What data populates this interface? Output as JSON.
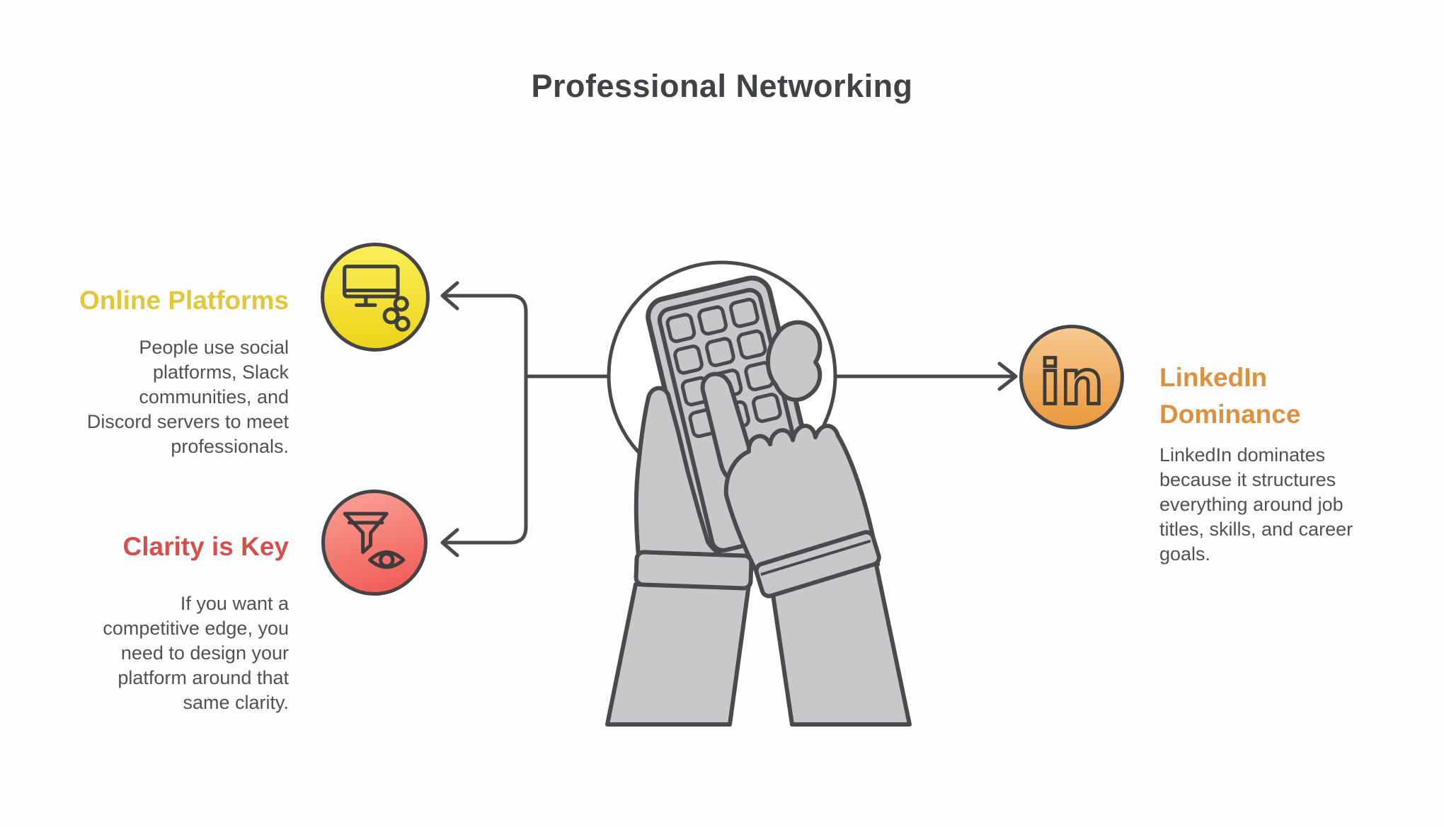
{
  "title": "Professional Networking",
  "colors": {
    "title_text": "#3f4347",
    "body_text": "#4e5256",
    "outline": "#4a4a4e",
    "illustration_gray": "#c8c8ca",
    "online_accent": "#e2c73c",
    "clarity_accent": "#d5504c",
    "linkedin_accent": "#dc9140",
    "online_circle_gradient": [
      "#f9ee58",
      "#eed51c"
    ],
    "clarity_circle_gradient": [
      "#f9a297",
      "#f15f59"
    ],
    "linkedin_circle_gradient": [
      "#f7ca90",
      "#ea993d"
    ]
  },
  "nodes": {
    "online": {
      "heading": "Online Platforms",
      "body": "People use social\nplatforms, Slack\ncommunities, and\nDiscord servers to meet\nprofessionals.",
      "icon": "monitor-share-icon"
    },
    "clarity": {
      "heading": "Clarity is Key",
      "body": "If you want a\ncompetitive edge, you\nneed to design your\nplatform around that\nsame clarity.",
      "icon": "funnel-eye-icon"
    },
    "linkedin": {
      "heading": "LinkedIn\nDominance",
      "body": "LinkedIn dominates\nbecause it structures\neverything around job\ntitles, skills, and career\ngoals.",
      "icon": "linkedin-in-icon",
      "icon_text": "in"
    }
  },
  "center": {
    "illustration": "hands-holding-smartphone"
  }
}
